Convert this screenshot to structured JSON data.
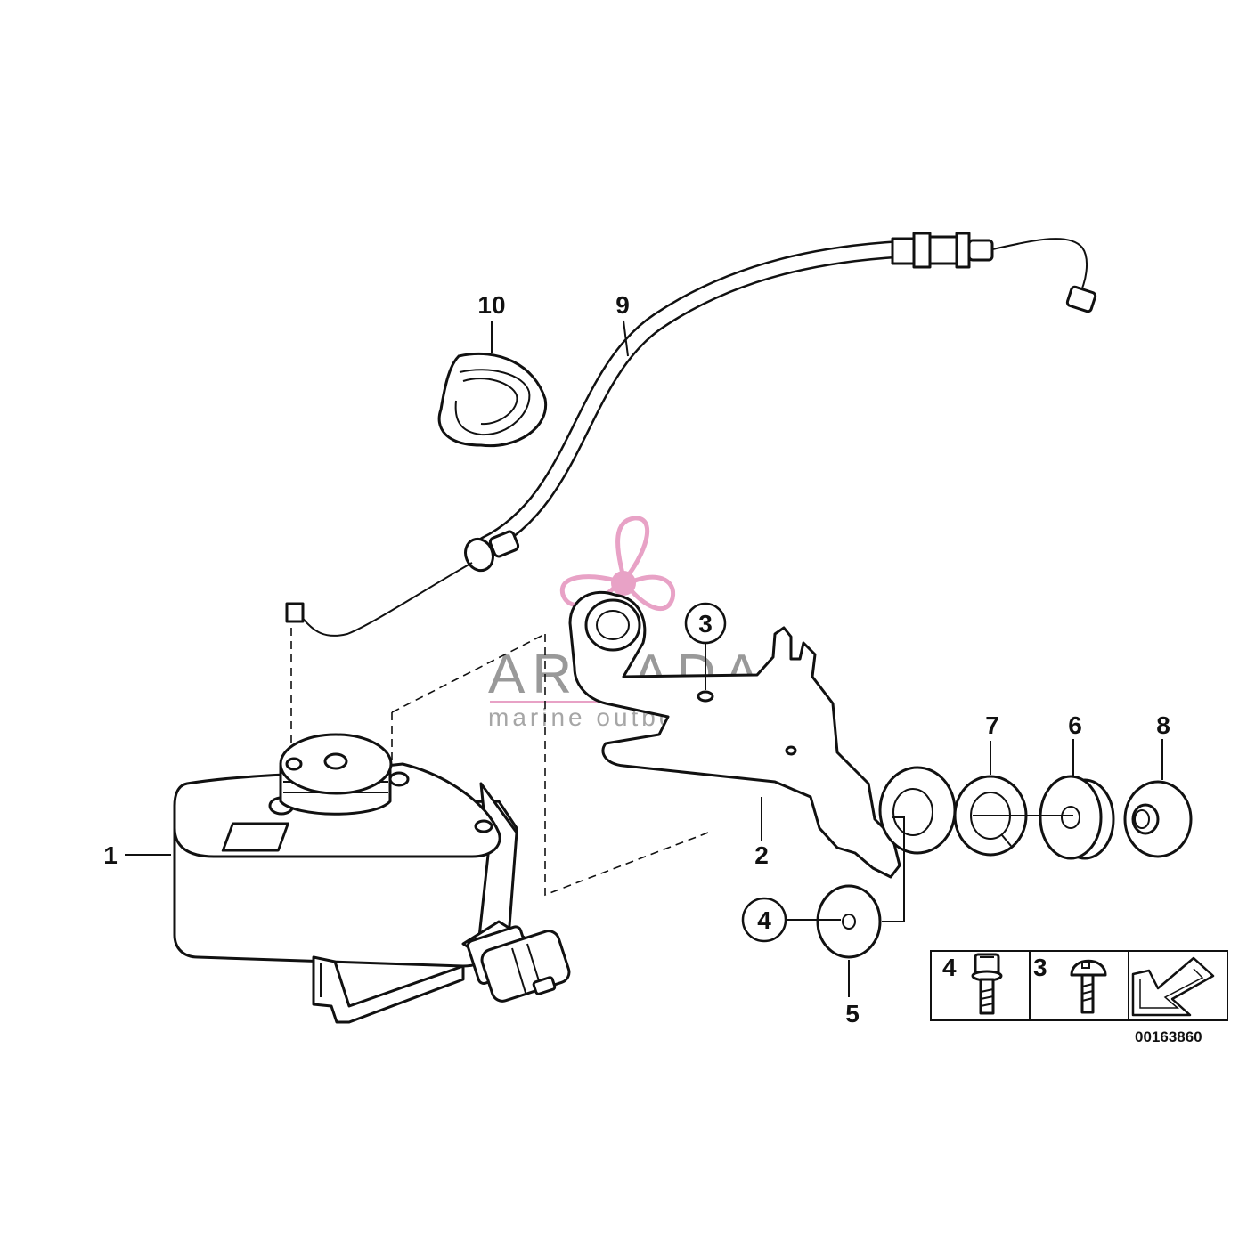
{
  "diagram": {
    "reference_number": "00163860",
    "watermark": {
      "brand": "ARMADA",
      "tagline": "marine outboards",
      "accent_color": "#e8a2c6",
      "brand_color": "#777777",
      "icon": "propeller-logo-icon"
    },
    "callouts": {
      "c1": "1",
      "c2": "2",
      "c3": "3",
      "c4": "4",
      "c5": "5",
      "c6": "6",
      "c7": "7",
      "c8": "8",
      "c9": "9",
      "c10": "10"
    },
    "legend": {
      "cells": [
        {
          "label": "4",
          "icon": "hex-bolt-icon"
        },
        {
          "label": "3",
          "icon": "round-head-screw-icon"
        },
        {
          "label": "",
          "icon": "direction-arrow-icon"
        }
      ]
    },
    "colors": {
      "line": "#111111",
      "background": "#ffffff"
    }
  }
}
